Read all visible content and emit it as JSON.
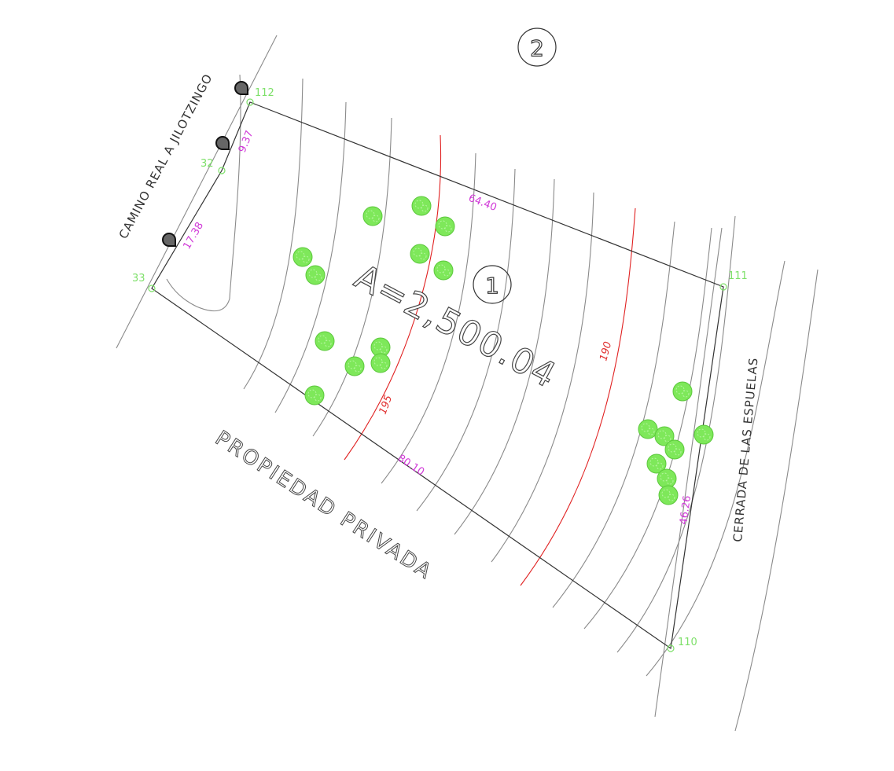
{
  "title": "Site plan - lot 1",
  "lots": [
    {
      "number": "1",
      "area_label": "A=2,500.04"
    },
    {
      "number": "2"
    }
  ],
  "vertices": {
    "p112": "112",
    "p111": "111",
    "p110": "110",
    "p33": "33",
    "p32": "32"
  },
  "dimensions": {
    "north": "64.40",
    "south": "80.10",
    "east": "46.26",
    "west_upper": "9.37",
    "west_lower": "17.38"
  },
  "contours": {
    "c195": "195",
    "c190": "190"
  },
  "streets": {
    "west": "CAMINO REAL A JILOTZINGO",
    "east": "CERRADA DE LAS ESPUELAS",
    "south": "PROPIEDAD PRIVADA"
  },
  "colors": {
    "contour": "#8a8a8a",
    "index_contour": "#e02020",
    "boundary": "#333333",
    "tree": "#7ee85a",
    "vertex": "#7ee06a",
    "dimension": "#d13bd8"
  }
}
